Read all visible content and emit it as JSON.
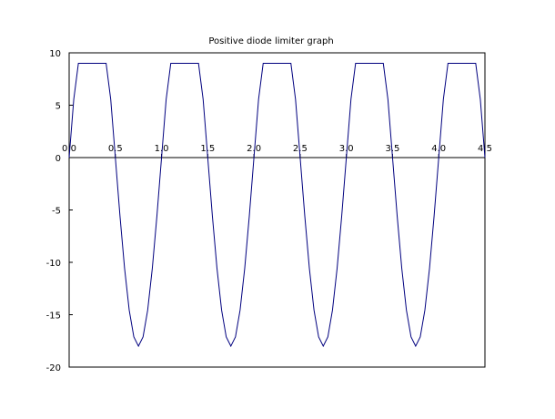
{
  "chart_data": {
    "type": "line",
    "title": "Positive diode limiter graph",
    "xlabel": "",
    "ylabel": "",
    "xlim": [
      0,
      4.5
    ],
    "ylim": [
      -20,
      10
    ],
    "x_ticks": [
      "0.0",
      "0.5",
      "1.0",
      "1.5",
      "2.0",
      "2.5",
      "3.0",
      "3.5",
      "4.0",
      "4.5"
    ],
    "y_ticks": [
      "10",
      "5",
      "0",
      "-5",
      "-10",
      "-15",
      "-20"
    ],
    "grid": false,
    "legend": "none",
    "line_color": "#00007f",
    "axis_color": "#000000",
    "series": [
      {
        "x": [
          0.0,
          0.05,
          0.1,
          0.15,
          0.2,
          0.25,
          0.3,
          0.35,
          0.4,
          0.45,
          0.5,
          0.55,
          0.6,
          0.65,
          0.7,
          0.75,
          0.8,
          0.85,
          0.9,
          0.95,
          1.0,
          1.05,
          1.1,
          1.15,
          1.2,
          1.25,
          1.3,
          1.35,
          1.4,
          1.45,
          1.5,
          1.55,
          1.6,
          1.65,
          1.7,
          1.75,
          1.8,
          1.85,
          1.9,
          1.95,
          2.0,
          2.05,
          2.1,
          2.15,
          2.2,
          2.25,
          2.3,
          2.35,
          2.4,
          2.45,
          2.5,
          2.55,
          2.6,
          2.65,
          2.7,
          2.75,
          2.8,
          2.85,
          2.9,
          2.95,
          3.0,
          3.05,
          3.1,
          3.15,
          3.2,
          3.25,
          3.3,
          3.35,
          3.4,
          3.45,
          3.5,
          3.55,
          3.6,
          3.65,
          3.7,
          3.75,
          3.8,
          3.85,
          3.9,
          3.95,
          4.0,
          4.05,
          4.1,
          4.15,
          4.2,
          4.25,
          4.3,
          4.35,
          4.4,
          4.45,
          4.5
        ],
        "y": [
          0.0,
          5.56,
          9.0,
          9.0,
          9.0,
          9.0,
          9.0,
          9.0,
          9.0,
          5.56,
          0.0,
          -5.56,
          -10.58,
          -14.56,
          -17.12,
          -18.0,
          -17.12,
          -14.56,
          -10.58,
          -5.56,
          0.0,
          5.56,
          9.0,
          9.0,
          9.0,
          9.0,
          9.0,
          9.0,
          9.0,
          5.56,
          0.0,
          -5.56,
          -10.58,
          -14.56,
          -17.12,
          -18.0,
          -17.12,
          -14.56,
          -10.58,
          -5.56,
          0.0,
          5.56,
          9.0,
          9.0,
          9.0,
          9.0,
          9.0,
          9.0,
          9.0,
          5.56,
          0.0,
          -5.56,
          -10.58,
          -14.56,
          -17.12,
          -18.0,
          -17.12,
          -14.56,
          -10.58,
          -5.56,
          0.0,
          5.56,
          9.0,
          9.0,
          9.0,
          9.0,
          9.0,
          9.0,
          9.0,
          5.56,
          0.0,
          -5.56,
          -10.58,
          -14.56,
          -17.12,
          -18.0,
          -17.12,
          -14.56,
          -10.58,
          -5.56,
          0.0,
          5.56,
          9.0,
          9.0,
          9.0,
          9.0,
          9.0,
          9.0,
          9.0,
          5.56,
          0.0
        ]
      }
    ]
  }
}
